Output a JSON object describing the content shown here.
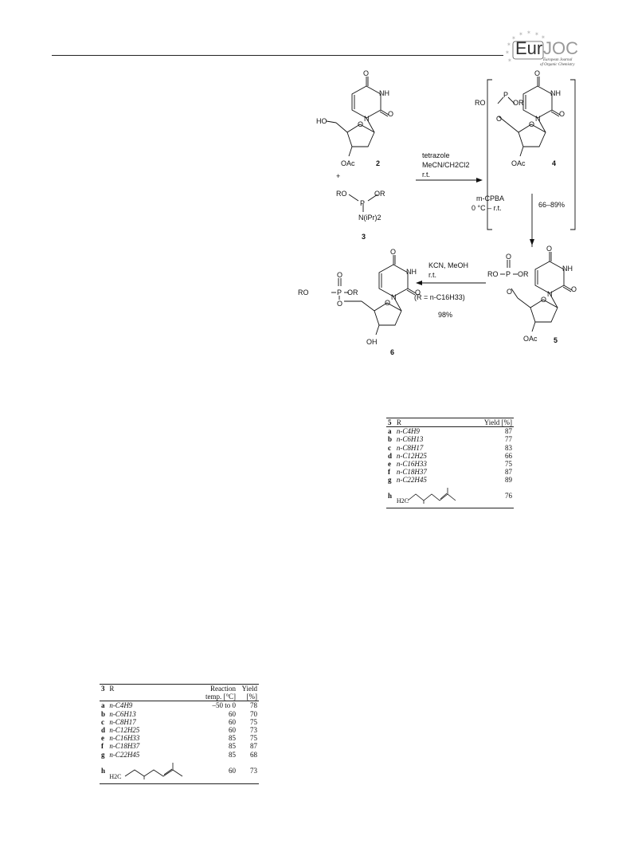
{
  "journal": {
    "logo_text_left": "Eur",
    "logo_text_right": "JOC",
    "logo_sub1": "European Journal",
    "logo_sub2": "of Organic Chemistry"
  },
  "scheme": {
    "compounds": {
      "c2": "2",
      "c3": "3",
      "c4": "4",
      "c5": "5",
      "c6": "6"
    },
    "atoms": {
      "o": "O",
      "nh": "NH",
      "n": "N",
      "ho": "HO",
      "oac": "OAc",
      "oh": "OH",
      "ro": "RO",
      "or": "OR",
      "p": "P",
      "plus": "+",
      "niPr2": "N(iPr)2"
    },
    "step1": {
      "line1": "tetrazole",
      "line2": "MeCN/CH2Cl2",
      "line3": "r.t."
    },
    "step2": {
      "line1": "m-CPBA",
      "line2": "0 °C – r.t.",
      "yield": "66–89%"
    },
    "step3": {
      "line1": "KCN, MeOH",
      "line2": "r.t.",
      "line3": "(R = n-C16H33)",
      "yield": "98%"
    }
  },
  "table5": {
    "headers": [
      "5",
      "R",
      "Yield [%]"
    ],
    "rows": [
      {
        "id": "a",
        "r": "n-C4H9",
        "yield": "87"
      },
      {
        "id": "b",
        "r": "n-C6H13",
        "yield": "77"
      },
      {
        "id": "c",
        "r": "n-C8H17",
        "yield": "83"
      },
      {
        "id": "d",
        "r": "n-C12H25",
        "yield": "66"
      },
      {
        "id": "e",
        "r": "n-C16H33",
        "yield": "75"
      },
      {
        "id": "f",
        "r": "n-C18H37",
        "yield": "87"
      },
      {
        "id": "g",
        "r": "n-C22H45",
        "yield": "89"
      },
      {
        "id": "h",
        "r": "H2C",
        "yield": "76"
      }
    ]
  },
  "table3": {
    "headers": [
      "3",
      "R",
      "Reaction temp. [°C]",
      "Yield [%]"
    ],
    "header_parts": {
      "temp1": "Reaction",
      "temp2": "temp. [°C]",
      "yield1": "Yield",
      "yield2": "[%]"
    },
    "rows": [
      {
        "id": "a",
        "r": "n-C4H9",
        "temp": "–50 to 0",
        "yield": "78"
      },
      {
        "id": "b",
        "r": "n-C6H13",
        "temp": "60",
        "yield": "70"
      },
      {
        "id": "c",
        "r": "n-C8H17",
        "temp": "60",
        "yield": "75"
      },
      {
        "id": "d",
        "r": "n-C12H25",
        "temp": "60",
        "yield": "73"
      },
      {
        "id": "e",
        "r": "n-C16H33",
        "temp": "85",
        "yield": "75"
      },
      {
        "id": "f",
        "r": "n-C18H37",
        "temp": "85",
        "yield": "87"
      },
      {
        "id": "g",
        "r": "n-C22H45",
        "temp": "85",
        "yield": "68"
      },
      {
        "id": "h",
        "r": "H2C",
        "temp": "60",
        "yield": "73"
      }
    ]
  }
}
